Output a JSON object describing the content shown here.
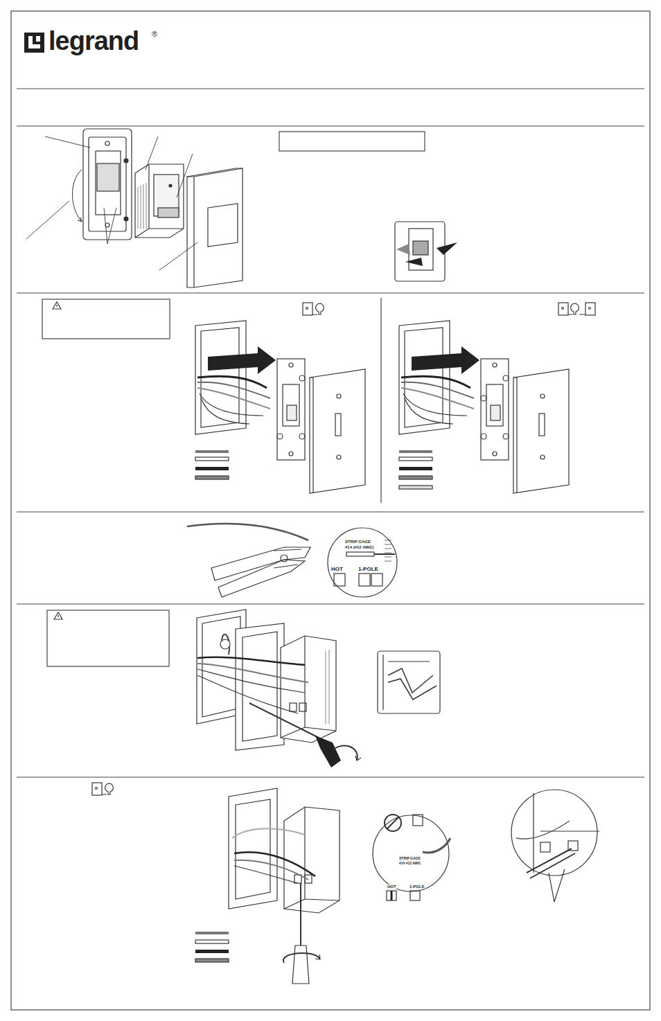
{
  "diagram": {
    "title": "legrand",
    "labels": [
      "®",
      "STRIP GAGE",
      "#14 (#12 AWG)",
      "HOT",
      "1-POLE",
      "STRIP GAGE",
      "#14 #12 AWG",
      "HOT",
      "1-POLE"
    ]
  }
}
